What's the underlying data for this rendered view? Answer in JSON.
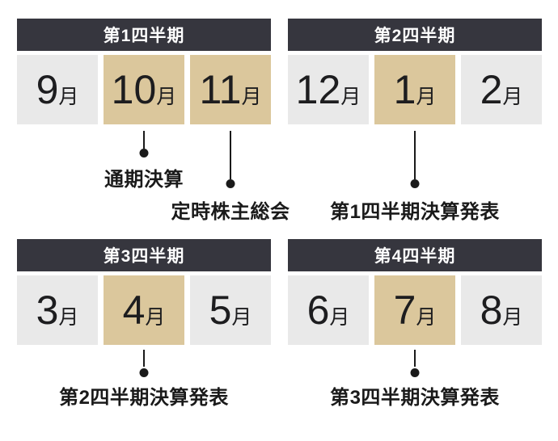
{
  "colors": {
    "background": "#ffffff",
    "header_bg": "#36363e",
    "header_text": "#ffffff",
    "month_default_bg": "#e9e9e9",
    "month_highlight_bg": "#dbc79c",
    "text": "#1d1d1f",
    "connector": "#1a1a1a"
  },
  "quarters": [
    {
      "title": "第1四半期",
      "months": [
        {
          "num": "9",
          "suffix": "月",
          "highlighted": false
        },
        {
          "num": "10",
          "suffix": "月",
          "highlighted": true
        },
        {
          "num": "11",
          "suffix": "月",
          "highlighted": true
        }
      ],
      "annotations": [
        {
          "label": "通期決算",
          "month": "10月",
          "column": "middle"
        },
        {
          "label": "定時株主総会",
          "month": "11月",
          "column": "right"
        }
      ]
    },
    {
      "title": "第2四半期",
      "months": [
        {
          "num": "12",
          "suffix": "月",
          "highlighted": false
        },
        {
          "num": "1",
          "suffix": "月",
          "highlighted": true
        },
        {
          "num": "2",
          "suffix": "月",
          "highlighted": false
        }
      ],
      "annotations": [
        {
          "label": "第1四半期決算発表",
          "month": "1月",
          "column": "middle"
        }
      ]
    },
    {
      "title": "第3四半期",
      "months": [
        {
          "num": "3",
          "suffix": "月",
          "highlighted": false
        },
        {
          "num": "4",
          "suffix": "月",
          "highlighted": true
        },
        {
          "num": "5",
          "suffix": "月",
          "highlighted": false
        }
      ],
      "annotations": [
        {
          "label": "第2四半期決算発表",
          "month": "4月",
          "column": "middle"
        }
      ]
    },
    {
      "title": "第4四半期",
      "months": [
        {
          "num": "6",
          "suffix": "月",
          "highlighted": false
        },
        {
          "num": "7",
          "suffix": "月",
          "highlighted": true
        },
        {
          "num": "8",
          "suffix": "月",
          "highlighted": false
        }
      ],
      "annotations": [
        {
          "label": "第3四半期決算発表",
          "month": "7月",
          "column": "middle"
        }
      ]
    }
  ]
}
